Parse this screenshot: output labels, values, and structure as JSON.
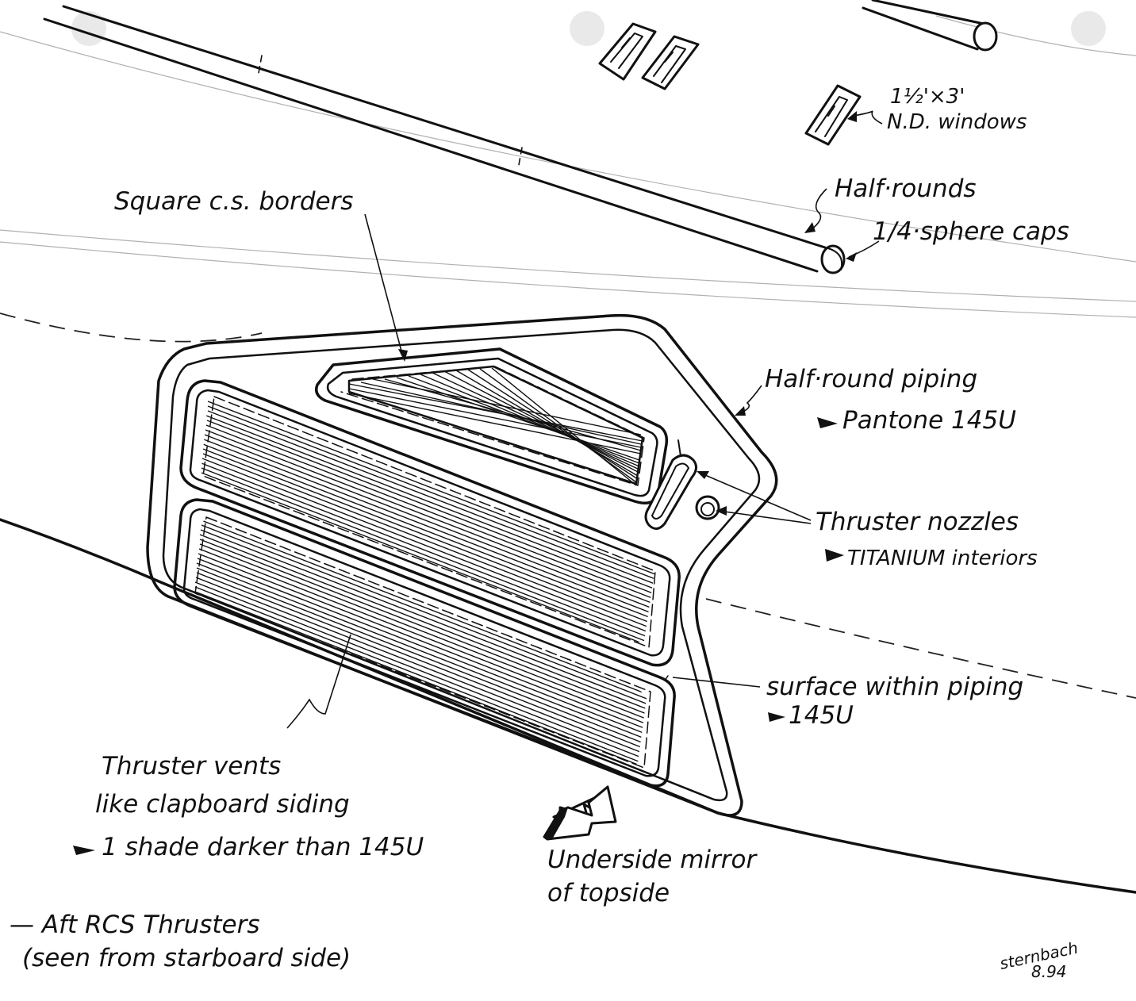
{
  "annotations": {
    "windows": {
      "size": "1½'×3'",
      "text": "N.D. windows"
    },
    "half_rounds": {
      "line1": "Half·rounds",
      "line2": "1/4·sphere caps"
    },
    "square_borders": "Square c.s. borders",
    "half_round_piping": {
      "line1": "Half·round piping",
      "line2": "Pantone 145U"
    },
    "thruster_nozzles": {
      "line1": "Thruster nozzles",
      "line2": "TITANIUM interiors"
    },
    "surface_within": {
      "line1": "surface within  piping",
      "line2": "145U"
    },
    "vents": {
      "line1": "Thruster vents",
      "line2": "like clapboard siding",
      "line3": "1 shade darker than 145U"
    },
    "underside": {
      "line1": "Underside mirror",
      "line2": "of topside"
    },
    "title": {
      "line1": "— Aft RCS Thrusters",
      "line2": "(seen from starboard side)"
    },
    "signature": {
      "name": "sternbach",
      "date": "8.94"
    }
  },
  "colors": {
    "ink": "#111111",
    "paper": "#ffffff",
    "punch_hole": "#e9e9e9"
  },
  "icons": [
    "arrow-icon",
    "pointer-arrow-icon"
  ]
}
